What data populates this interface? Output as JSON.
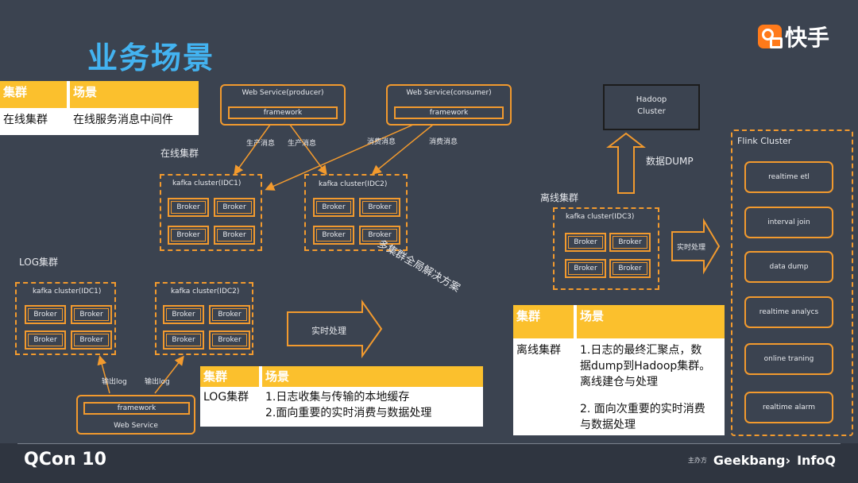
{
  "title": "业务场景",
  "brand": {
    "name": "快手"
  },
  "online": {
    "section_label": "在线集群",
    "producer": {
      "title": "Web Service(producer)",
      "framework": "framework"
    },
    "consumer": {
      "title": "Web Service(consumer)",
      "framework": "framework"
    },
    "edge_labels": [
      "生产消息",
      "生产消息",
      "消费消息",
      "消费消息"
    ],
    "idc1": {
      "title": "kafka cluster(IDC1)",
      "brokers": [
        "Broker",
        "Broker",
        "Broker",
        "Broker"
      ]
    },
    "idc2": {
      "title": "kafka cluster(IDC2)",
      "brokers": [
        "Broker",
        "Broker",
        "Broker",
        "Broker"
      ]
    },
    "overlay_text": "多集群全局解决方案",
    "table": {
      "headers": [
        "集群",
        "场景"
      ],
      "cluster": "在线集群",
      "scenario": "在线服务消息中间件"
    }
  },
  "log": {
    "section_label": "LOG集群",
    "idc1": {
      "title": "kafka cluster(IDC1)",
      "brokers": [
        "Broker",
        "Broker",
        "Broker",
        "Broker"
      ]
    },
    "idc2": {
      "title": "kafka cluster(IDC2)",
      "brokers": [
        "Broker",
        "Broker",
        "Broker",
        "Broker"
      ]
    },
    "edge_labels": [
      "输出log",
      "输出log"
    ],
    "web_service": {
      "title": "Web Service",
      "framework": "framework"
    },
    "arrow_label": "实时处理",
    "table": {
      "headers": [
        "集群",
        "场景"
      ],
      "cluster": "LOG集群",
      "scenario_lines": [
        "1.日志收集与传输的本地缓存",
        "2.面向重要的实时消费与数据处理"
      ]
    }
  },
  "offline": {
    "section_label": "离线集群",
    "hadoop": {
      "lines": [
        "Hadoop",
        "Cluster"
      ]
    },
    "dump_label": "数据DUMP",
    "idc3": {
      "title": "kafka cluster(IDC3)",
      "brokers": [
        "Broker",
        "Broker",
        "Broker",
        "Broker"
      ]
    },
    "arrow_label": "实时处理",
    "table": {
      "headers": [
        "集群",
        "场景"
      ],
      "cluster": "离线集群",
      "scenario_lines": [
        "1.日志的最终汇聚点，数",
        "据dump到Hadoop集群。",
        "离线建仓与处理",
        "",
        "2. 面向次重要的实时消费",
        "与数据处理"
      ]
    }
  },
  "flink": {
    "title": "Flink Cluster",
    "items": [
      "realtime etl",
      "interval join",
      "data dump",
      "realtime analycs",
      "online traning",
      "realtime alarm"
    ]
  },
  "footer": {
    "left": "QCon 10",
    "organizer": "主办方",
    "partner1": "Geekbang›",
    "partner2": "InfoQ"
  }
}
